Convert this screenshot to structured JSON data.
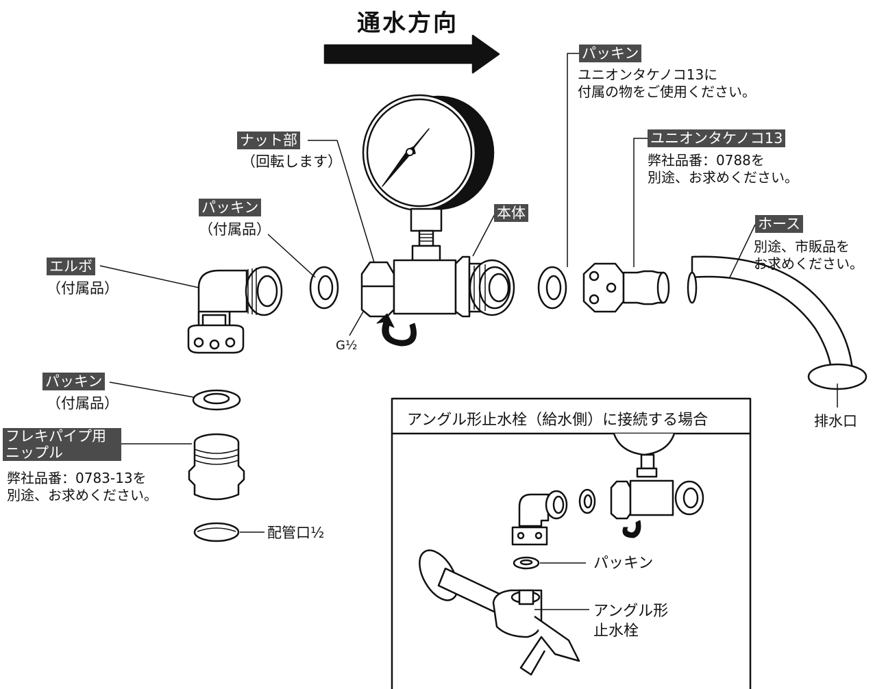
{
  "title": "通水方向",
  "labels": {
    "packing_top": "パッキン",
    "packing_top_note": [
      "ユニオンタケノコ13に",
      "付属の物をご使用ください。"
    ],
    "nut": "ナット部",
    "nut_note": "（回転します）",
    "union": "ユニオンタケノコ13",
    "union_note": [
      "弊社品番：0788を",
      "別途、お求めください。"
    ],
    "packing_mid": "パッキン",
    "packing_mid_note": "（付属品）",
    "body": "本体",
    "hose": "ホース",
    "hose_note": [
      "別途、市販品を",
      "お求めください。"
    ],
    "elbow": "エルボ",
    "elbow_note": "（付属品）",
    "g_half": "G½",
    "packing_low": "パッキン",
    "packing_low_note": "（付属品）",
    "nipple": "フレキパイプ用ニップル",
    "nipple_note": [
      "弊社品番：0783-13を",
      "別途、お求めください。"
    ],
    "pipe_port": "配管口½",
    "drain": "排水口",
    "inset_title": "アングル形止水栓（給水側）に接続する場合",
    "inset_packing": "パッキン",
    "inset_valve": [
      "アングル形",
      "止水栓"
    ]
  },
  "colors": {
    "tag_bg": "#4b4b4b",
    "ink": "#111111"
  }
}
